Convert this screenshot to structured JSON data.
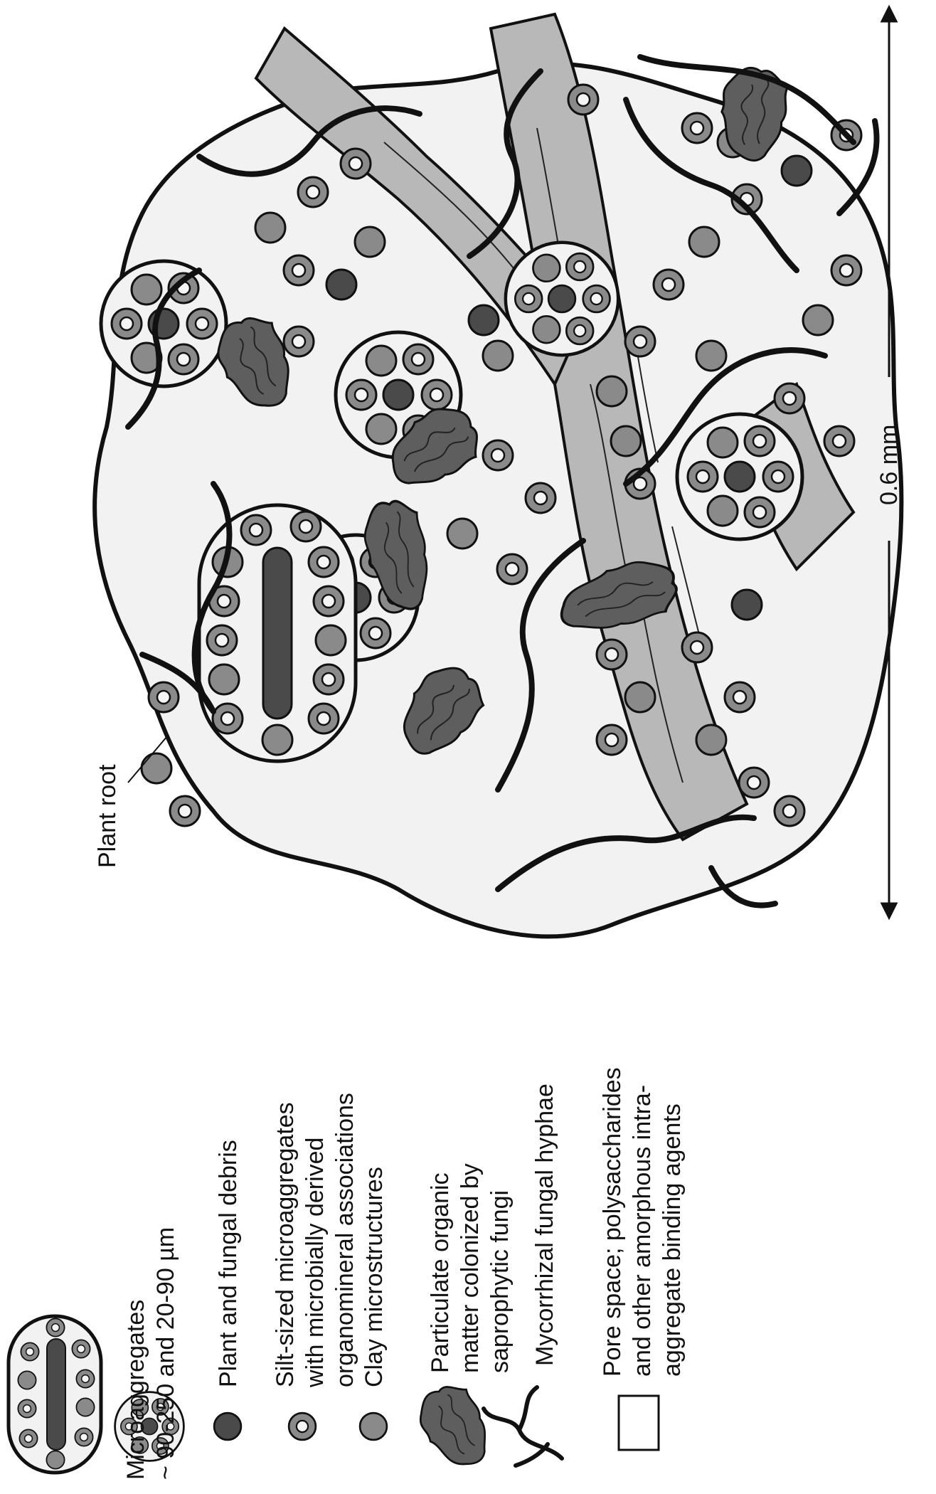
{
  "legend": {
    "microaggregates": {
      "line1": "Microaggregates",
      "line2": "~ 90-250 and 20-90 µm"
    },
    "plant_debris": {
      "line1": "Plant and fungal debris"
    },
    "silt": {
      "line1": "Silt-sized microaggregates",
      "line2": "with microbially derived",
      "line3": "organomineral associations"
    },
    "clay": {
      "line1": "Clay microstructures"
    },
    "pom": {
      "line1": "Particulate organic",
      "line2": "matter colonized by",
      "line3": "saprophytic fungi"
    },
    "hyphae": {
      "line1": "Mycorrhizal fungal hyphae"
    },
    "pore": {
      "line1": "Pore space; polysaccharides",
      "line2": "and other amorphous intra-",
      "line3": "aggregate binding agents"
    }
  },
  "diagram": {
    "plant_root_label": "Plant root",
    "scale_label": "0.6 mm"
  },
  "colors": {
    "outline": "#111111",
    "dark_fill": "#4a4a4a",
    "mid_fill": "#8a8a8a",
    "root_fill": "#b8b8b8",
    "pore_fill": "#f2f2f2",
    "debris_fill": "#5e5e5e"
  }
}
